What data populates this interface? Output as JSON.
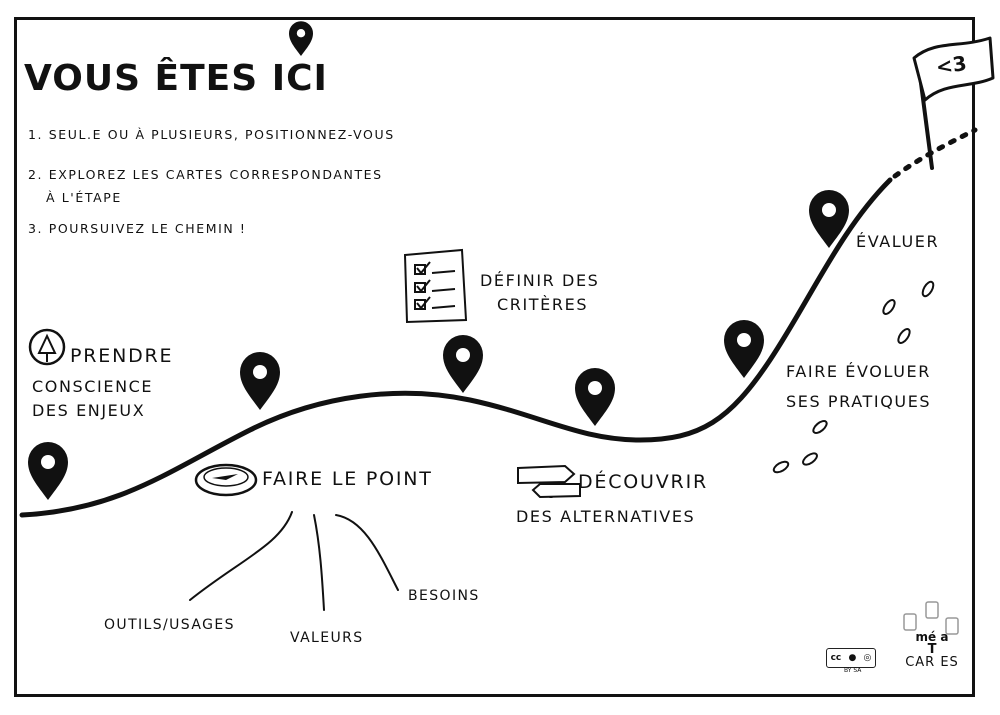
{
  "title": "Vous êtes ici",
  "steps": [
    "1. Seul.e ou à plusieurs, positionnez-vous",
    "2. Explorez les cartes correspondantes",
    "à l'étape",
    "3. Poursuivez le chemin !"
  ],
  "milestones": {
    "prendre_1": "Prendre",
    "prendre_2": "conscience",
    "prendre_3": "des enjeux",
    "point": "Faire le point",
    "outils": "Outils/usages",
    "valeurs": "Valeurs",
    "besoins": "Besoins",
    "criteres_1": "Définir des",
    "criteres_2": "critères",
    "decouvrir_1": "Découvrir",
    "decouvrir_2": "des alternatives",
    "evoluer_1": "Faire évoluer",
    "evoluer_2": "ses pratiques",
    "evaluer": "Évaluer"
  },
  "flag_text": "<3",
  "license": {
    "badge": "cc",
    "sub": "BY  SA"
  },
  "logo": {
    "top": "mé  a",
    "mid": "T",
    "bottom": "CAR  ES"
  },
  "icons": [
    "location-pin-icon",
    "flag-icon",
    "checklist-icon",
    "compass-icon",
    "signpost-icon",
    "footprints-icon",
    "tree-icon"
  ],
  "colors": {
    "ink": "#111111",
    "background": "#ffffff"
  }
}
